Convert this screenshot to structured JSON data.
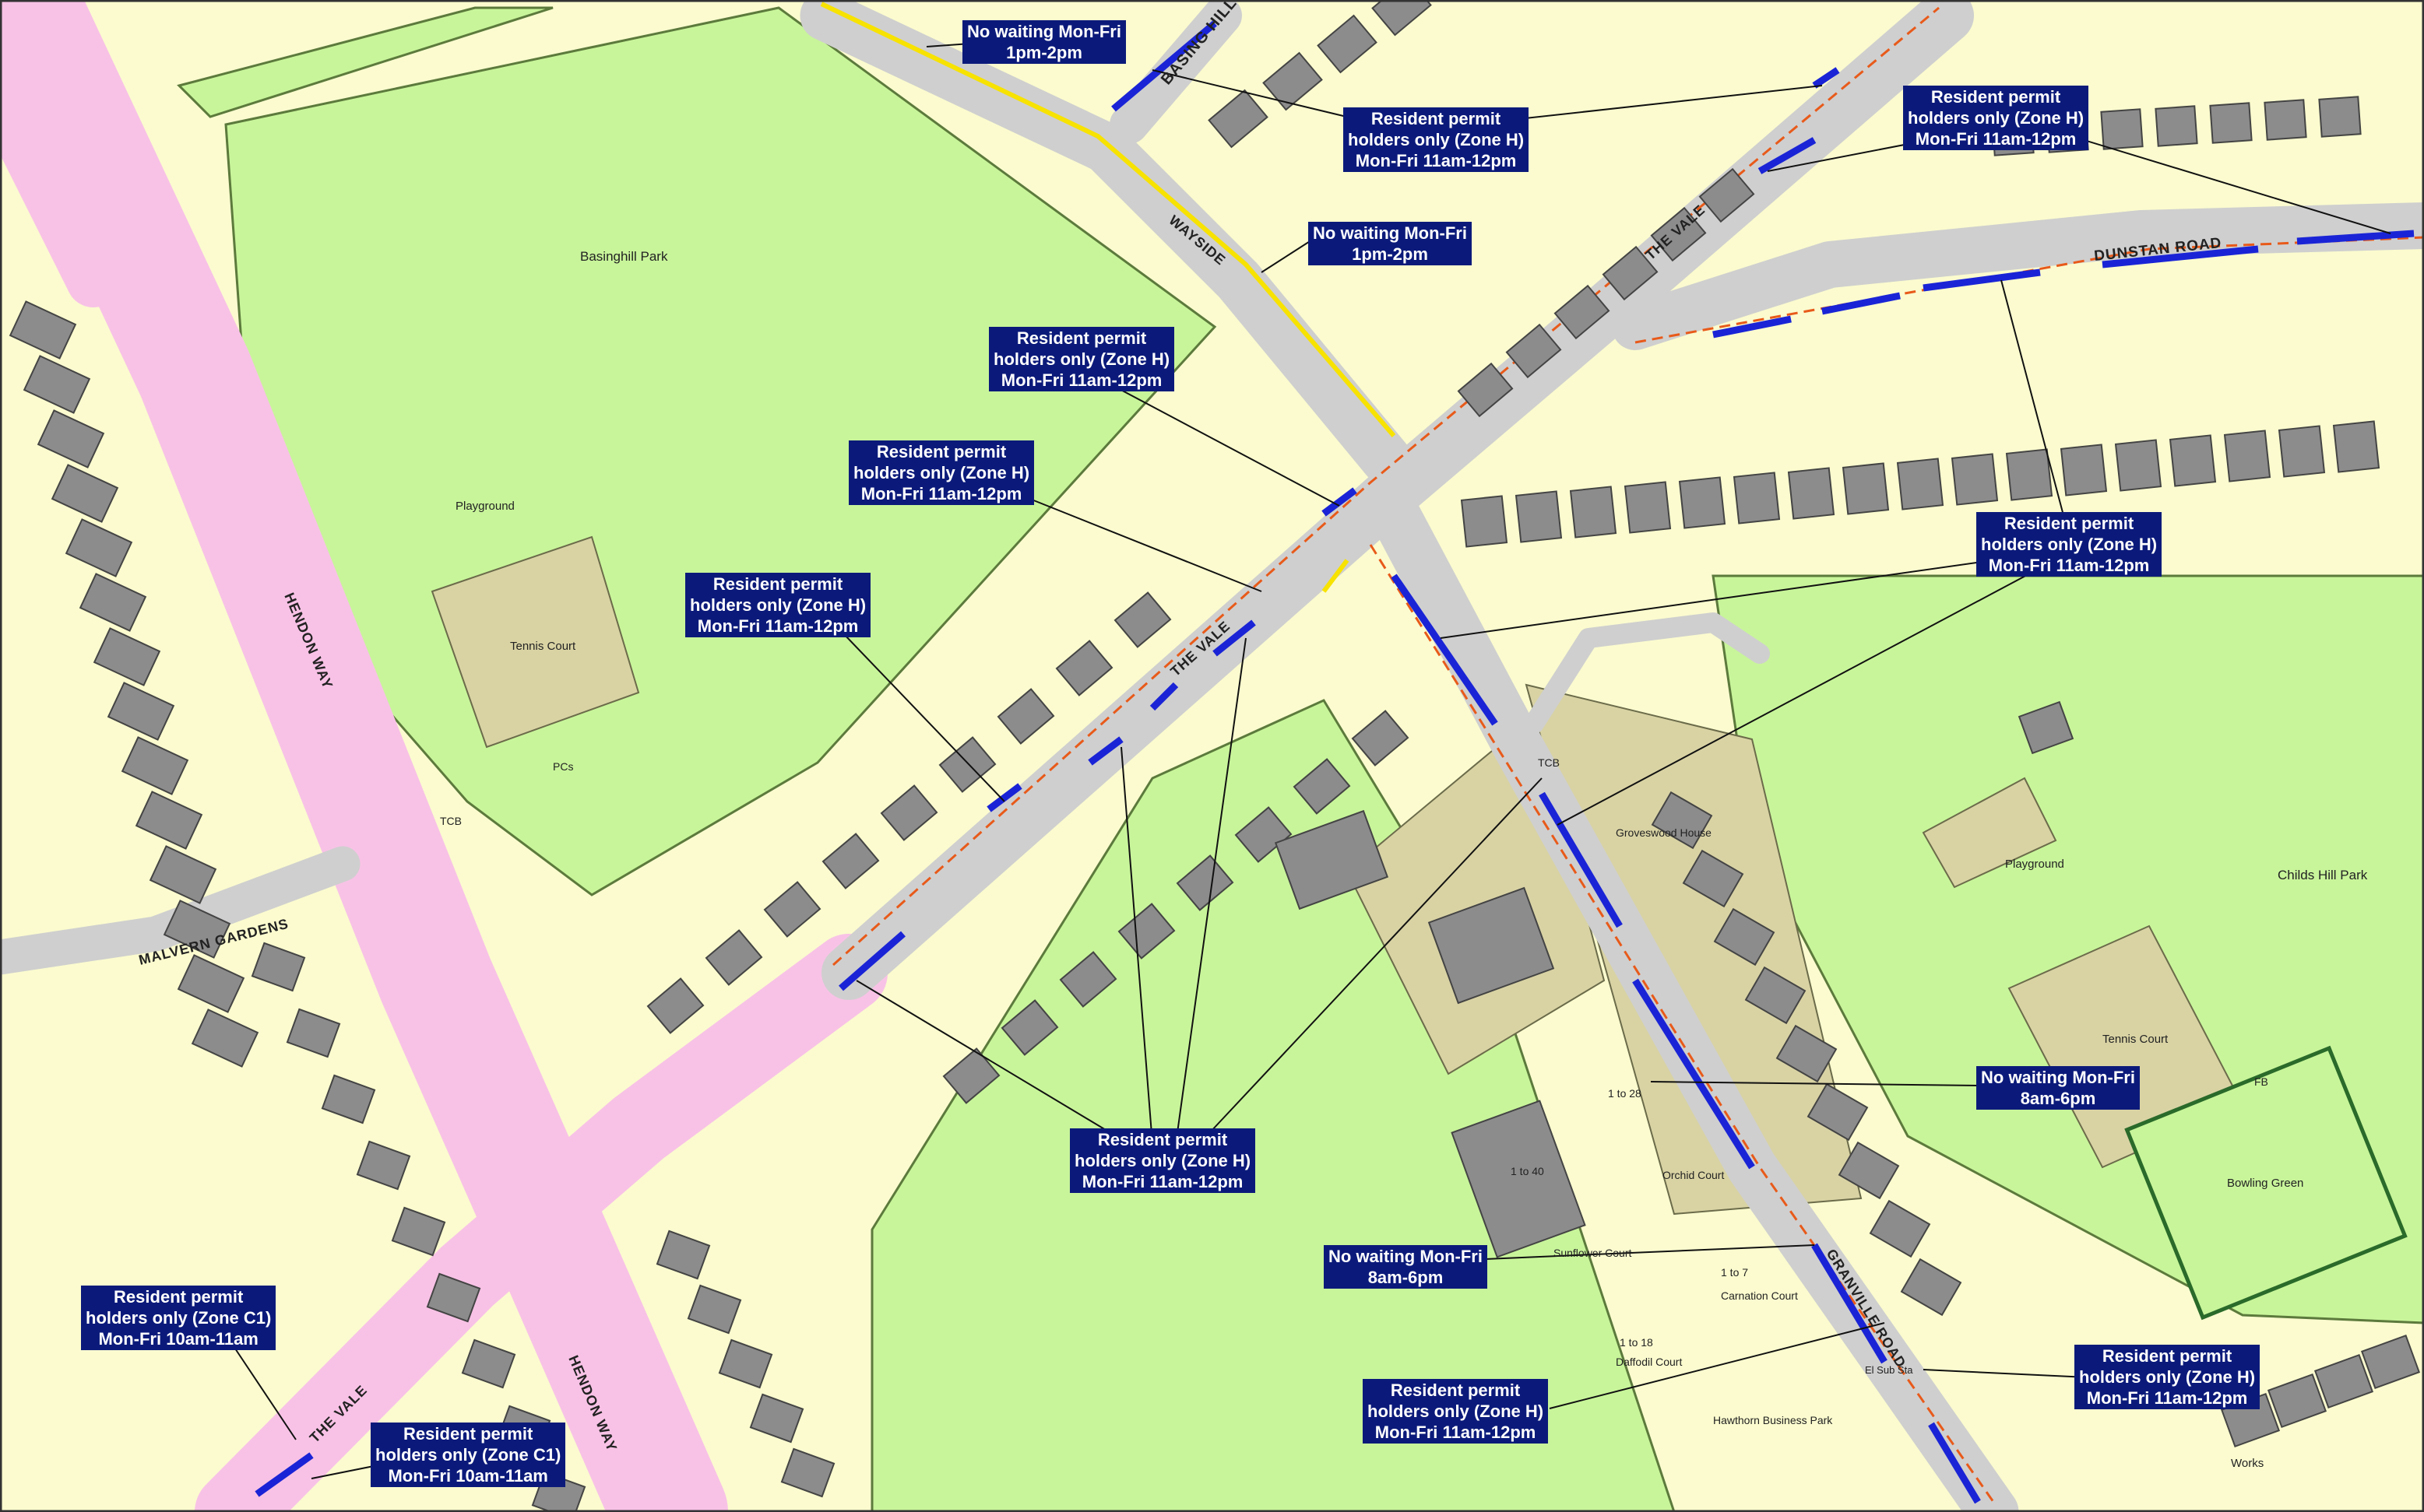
{
  "colors": {
    "background": "#fbfbcf",
    "park": "#c8f59a",
    "road": "#cfcfcf",
    "main_road": "#f8c2e6",
    "building": "#8c8c8c",
    "commercial": "#d9d3a4",
    "bay": "#1a24d6",
    "yellow_line": "#f7e200",
    "callout_bg": "#0b1a7a",
    "callout_text": "#ffffff"
  },
  "places": {
    "basinghill_park": "Basinghill Park",
    "playground_1": "Playground",
    "tennis_court_1": "Tennis Court",
    "pcs": "PCs",
    "childs_hill_park": "Childs Hill Park",
    "playground_2": "Playground",
    "tennis_court_2": "Tennis Court",
    "bowling_green": "Bowling Green",
    "tcb_1": "TCB",
    "tcb_2": "TCB",
    "groveswood_house": "Groveswood House",
    "orchid_court": "Orchid Court",
    "sunflower_court": "Sunflower Court",
    "carnation_court": "Carnation Court",
    "daffodil_court": "Daffodil Court",
    "hawthorn_business_park": "Hawthorn Business Park",
    "works": "Works",
    "el_sub_sta": "El Sub Sta",
    "fb": "FB",
    "units_1_to_40": "1 to 40",
    "units_1_to_28": "1 to 28",
    "units_1_to_7": "1 to 7",
    "units_1_to_18": "1 to 18"
  },
  "roads": {
    "barnet_hill": "BASING HILL",
    "wayside": "WAYSIDE",
    "the_vale_1": "THE VALE",
    "the_vale_2": "THE VALE",
    "the_vale_3": "THE VALE",
    "dunstan_road": "DUNSTAN ROAD",
    "hendon_way_1": "HENDON WAY",
    "hendon_way_2": "HENDON WAY",
    "malvern_gardens": "MALVERN GARDENS",
    "granville_road": "GRANVILLE ROAD"
  },
  "callouts": [
    {
      "id": "c1",
      "lines": [
        "No waiting Mon-Fri",
        "1pm-2pm"
      ]
    },
    {
      "id": "c2",
      "lines": [
        "Resident permit",
        "holders only (Zone H)",
        "Mon-Fri 11am-12pm"
      ]
    },
    {
      "id": "c3",
      "lines": [
        "Resident permit",
        "holders only (Zone H)",
        "Mon-Fri 11am-12pm"
      ]
    },
    {
      "id": "c4",
      "lines": [
        "No waiting Mon-Fri",
        "1pm-2pm"
      ]
    },
    {
      "id": "c5",
      "lines": [
        "Resident permit",
        "holders only (Zone H)",
        "Mon-Fri 11am-12pm"
      ]
    },
    {
      "id": "c6",
      "lines": [
        "Resident permit",
        "holders only (Zone H)",
        "Mon-Fri 11am-12pm"
      ]
    },
    {
      "id": "c7",
      "lines": [
        "Resident permit",
        "holders only (Zone H)",
        "Mon-Fri 11am-12pm"
      ]
    },
    {
      "id": "c8",
      "lines": [
        "Resident permit",
        "holders only (Zone H)",
        "Mon-Fri 11am-12pm"
      ]
    },
    {
      "id": "c9",
      "lines": [
        "No waiting Mon-Fri",
        "8am-6pm"
      ]
    },
    {
      "id": "c10",
      "lines": [
        "Resident permit",
        "holders only (Zone H)",
        "Mon-Fri 11am-12pm"
      ]
    },
    {
      "id": "c11",
      "lines": [
        "No waiting Mon-Fri",
        "8am-6pm"
      ]
    },
    {
      "id": "c12",
      "lines": [
        "Resident permit",
        "holders only (Zone C1)",
        "Mon-Fri 10am-11am"
      ]
    },
    {
      "id": "c13",
      "lines": [
        "Resident permit",
        "holders only (Zone H)",
        "Mon-Fri 11am-12pm"
      ]
    },
    {
      "id": "c14",
      "lines": [
        "Resident permit",
        "holders only (Zone H)",
        "Mon-Fri 11am-12pm"
      ]
    },
    {
      "id": "c15",
      "lines": [
        "Resident permit",
        "holders only (Zone C1)",
        "Mon-Fri 10am-11am"
      ]
    }
  ]
}
